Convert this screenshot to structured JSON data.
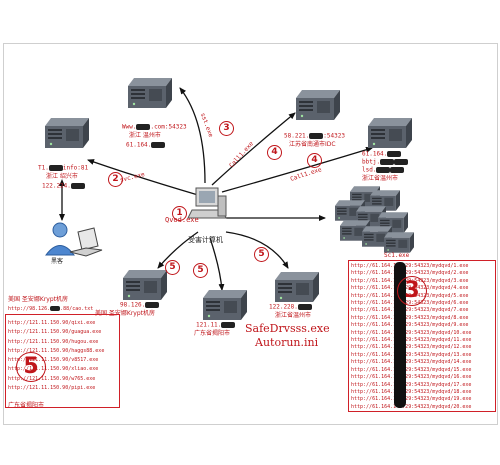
{
  "colors": {
    "accent": "#c0161b",
    "server": "#59606b",
    "ink": "#222222"
  },
  "icons": [
    "server-icon",
    "server-rack-icon",
    "workstation-icon",
    "hacker-icon",
    "laptop-icon"
  ],
  "victim": {
    "exe_label": "Qvod.exe",
    "pc_label": "受害计算机",
    "step": "1"
  },
  "hacker": {
    "label": "黑客"
  },
  "edges": {
    "e2": {
      "label": "svc.exe",
      "step": "2"
    },
    "e3": {
      "label": "sst.exe",
      "step": "3"
    },
    "e4a": {
      "label": "Call1.exe",
      "step": "4"
    },
    "e4b": {
      "label": "Call1.exe",
      "step": "4"
    },
    "e5a": {
      "step": "5"
    },
    "e5b": {
      "step": "5"
    },
    "e5c": {
      "step": "5"
    }
  },
  "servers": {
    "s_shaoxing": {
      "line1": "T1.",
      "line1b": "info:81",
      "line2": "浙江  绍兴市",
      "line3": "122.224."
    },
    "s_wenzhou_top": {
      "line1": "Www.",
      "line1b": ".com:54323",
      "line2": "浙江   温州市",
      "line3": "61.164."
    },
    "s_nantong": {
      "line1": "58.221.",
      "line1b": ":54323",
      "line2": "江苏省南通市IDC"
    },
    "s_wenzhou_right": {
      "line1": "61.164.",
      "line2": "bbtj.",
      "line3": "lsd.",
      "line4": "浙江省温州市"
    },
    "s_us": {
      "line1": "98.126.",
      "line2": "美国  圣安娜Krypt机房"
    },
    "s_jieyang": {
      "line1": "121.11.",
      "line2": "广东省揭阳市"
    },
    "s_wenzhou_bottom": {
      "line1": "122.228.",
      "line2": "浙江省温州市"
    },
    "rack": {
      "title": "Sc1.exe",
      "step": "3"
    }
  },
  "center_files": {
    "file1": "SafeDrvsss.exe",
    "file2": "Autorun.ini"
  },
  "left_box": {
    "title": "美国  圣安娜Krypt机房",
    "url": "http://98.126.",
    "url_tail": ".88/cao.txt",
    "footer": "广东省揭阳市",
    "step": "5",
    "items": [
      "http://121.11.150.90/qixi.exe",
      "http://121.11.150.90/guagua.exe",
      "http://121.11.150.90/hugou.exe",
      "http://121.11.150.90/haggs88.exe",
      "http://121.11.150.90/v8517.exe",
      "http://121.11.150.90/xliao.exe",
      "http://121.11.150.90/w765.exe",
      "http://121.11.150.90/pipi.exe"
    ]
  },
  "right_list": [
    "http://61.164.144.29:54323/mydqvd/1.exe",
    "http://61.164.144.29:54323/mydqvd/2.exe",
    "http://61.164.144.29:54323/mydqvd/3.exe",
    "http://61.164.144.29:54323/mydqvd/4.exe",
    "http://61.164.144.29:54323/mydqvd/5.exe",
    "http://61.164.144.29:54323/mydqvd/6.exe",
    "http://61.164.144.29:54323/mydqvd/7.exe",
    "http://61.164.144.29:54323/mydqvd/8.exe",
    "http://61.164.144.29:54323/mydqvd/9.exe",
    "http://61.164.144.29:54323/mydqvd/10.exe",
    "http://61.164.144.29:54323/mydqvd/11.exe",
    "http://61.164.144.29:54323/mydqvd/12.exe",
    "http://61.164.144.29:54323/mydqvd/13.exe",
    "http://61.164.144.29:54323/mydqvd/14.exe",
    "http://61.164.144.29:54323/mydqvd/15.exe",
    "http://61.164.144.29:54323/mydqvd/16.exe",
    "http://61.164.144.29:54323/mydqvd/17.exe",
    "http://61.164.144.29:54323/mydqvd/18.exe",
    "http://61.164.144.29:54323/mydqvd/19.exe",
    "http://61.164.144.29:54323/mydqvd/20.exe"
  ]
}
